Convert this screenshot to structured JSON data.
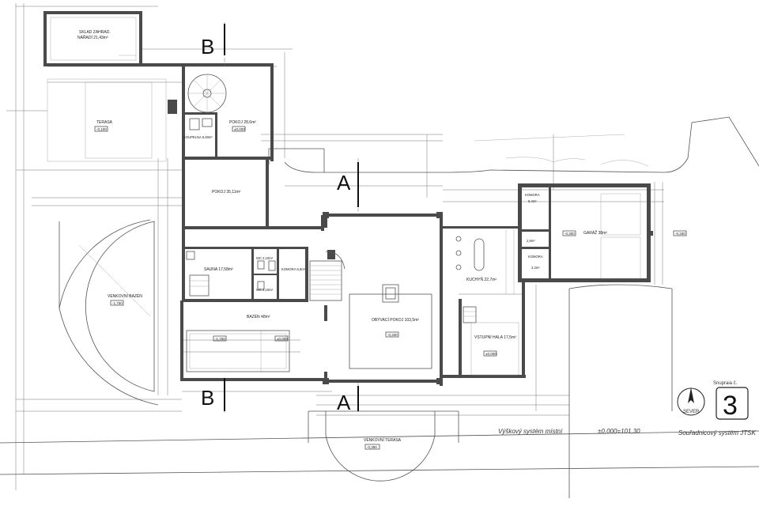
{
  "rooms": {
    "sklad": "SKLAD ZAHRAD.",
    "sklad_area": "NÁŘADÍ 21,43m²",
    "terasa": "TERASA",
    "koupelna": "KOUPELNA 8,48m²",
    "pokoj28": "POKOJ 28,6m²",
    "pokoj35": "POKOJ 35,11m²",
    "sauna": "SAUNA 17,58m²",
    "wc1": "WC 2,10m²",
    "wc2": "WC 2,10m²",
    "komora_mid": "KOMORA 6,6m²",
    "bazen": "BAZÉN 48m²",
    "venkovni_bazen": "VENKOVNÍ BAZÉN",
    "obyvaci": "OBÝVACÍ POKOJ 103,5m²",
    "kuchyn": "KUCHYŇ 22,7m²",
    "vstupni": "VSTUPNÍ HALA 17,5m²",
    "komora_top": "KOMORA",
    "komora_top_area": "8,4m²",
    "komora_small": "KOMORA",
    "komora_small_area": "3,2m²",
    "garaz": "GARÁŽ 38m²",
    "small_area": "2,8m²",
    "venkovni_terasa": "VENKOVNÍ TERASA"
  },
  "levels": {
    "terasa": "-0,100",
    "pokoj28": "±0,000",
    "venkovni_bazen": "-1,750",
    "bazen_left": "-1,750",
    "bazen_right": "±0,000",
    "obyvaci": "-0,330",
    "vstupni": "±0,000",
    "garaz": "-0,300",
    "garaz_out": "-0,330",
    "venkovni_terasa": "-0,390"
  },
  "sections": {
    "a": "A",
    "b": "B"
  },
  "notes": {
    "vyskovy": "Výškový systém místní",
    "datum": "±0,000=101,30",
    "souradnicovy": "Souřadnicový systém JTSK",
    "sever": "SEVER",
    "sheet_caption": "Snupraia č.",
    "sheet_number": "3"
  },
  "colors": {
    "wall": "#4a4a4a",
    "paper": "#ffffff",
    "line": "#555555"
  }
}
